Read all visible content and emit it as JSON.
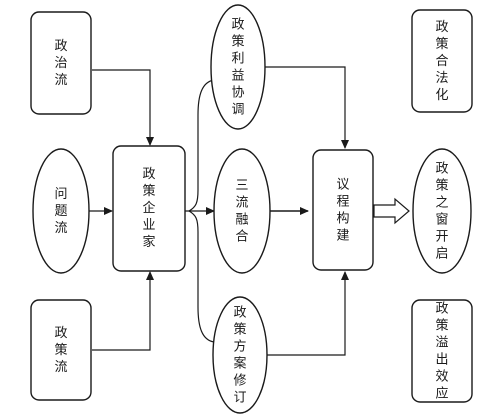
{
  "nodes": {
    "political_stream": "政治流",
    "problem_stream": "问题流",
    "policy_stream": "政策流",
    "policy_entrepreneur": "政策企业家",
    "interest_coordination": "政策利益协调",
    "three_streams_merge": "三流融合",
    "policy_revision": "政策方案修订",
    "agenda_building": "议程构建",
    "policy_legitimation": "政策合法化",
    "policy_window_open": "政策之窗开启",
    "policy_spillover": "政策溢出效应"
  }
}
